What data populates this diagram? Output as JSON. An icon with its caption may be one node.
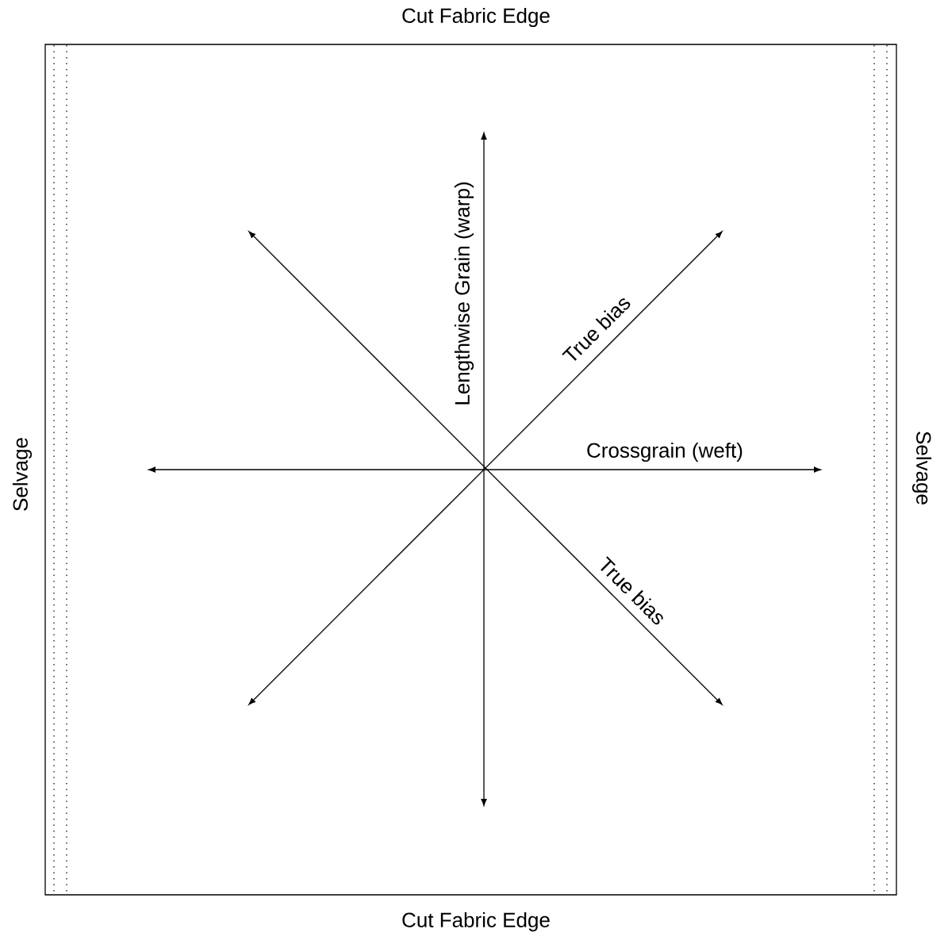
{
  "diagram": {
    "labels": [
      "Cut Fabric Edge",
      "Lengthwise Grain (warp)",
      "True bias",
      "Selvage",
      "Crossgrain (weft)",
      "Selvage",
      "True bias",
      "Cut Fabric Edge"
    ]
  }
}
